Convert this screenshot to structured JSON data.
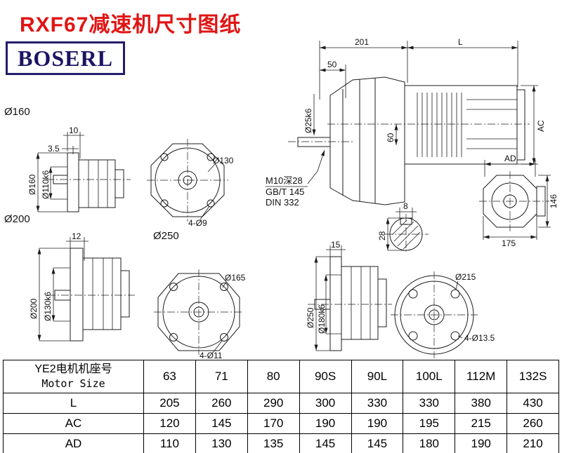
{
  "page": {
    "title": "RXF67减速机尺寸图纸",
    "brand": "BOSERL"
  },
  "colors": {
    "title_red": "#e01515",
    "brand_navy": "#1b1464",
    "line_black": "#1c1c1c"
  },
  "assembly": {
    "dim_201": "201",
    "dim_l": "L",
    "dim_50": "50",
    "shaft_dia": "Ø25k6",
    "dim_60": "60",
    "dim_ac": "AC",
    "note1": "M10深28",
    "note2": "GB/T 145",
    "note3": "DIN 332"
  },
  "keyway": {
    "dim_width": "8",
    "dim_height": "28"
  },
  "motor_view": {
    "dim_ad": "AD",
    "dim_146": "146",
    "dim_175": "175"
  },
  "flange160": {
    "section_label": "Ø160",
    "dim_10": "10",
    "dim_3_5": "3.5",
    "dim_od": "Ø160",
    "dim_spigot": "Ø110k6",
    "dim_bolt_circle": "Ø130",
    "dim_holes": "4-Ø9"
  },
  "flange200": {
    "section_label": "Ø200",
    "dim_12": "12",
    "dim_od": "Ø200",
    "dim_spigot": "Ø130k6",
    "dim_bolt_circle": "Ø165",
    "dim_holes": "4-Ø11"
  },
  "flange250": {
    "section_label": "Ø250",
    "dim_15": "15",
    "dim_od": "Ø250",
    "dim_spigot": "Ø180k6",
    "dim_bolt_circle": "Ø215",
    "dim_holes": "4-Ø13.5"
  },
  "table": {
    "header_cn": "YE2电机机座号",
    "header_en": "Motor Size",
    "motor_sizes": [
      "63",
      "71",
      "80",
      "90S",
      "90L",
      "100L",
      "112M",
      "132S"
    ],
    "rows": [
      {
        "label": "L",
        "values": [
          "205",
          "260",
          "290",
          "300",
          "330",
          "330",
          "380",
          "430"
        ]
      },
      {
        "label": "AC",
        "values": [
          "120",
          "145",
          "170",
          "190",
          "190",
          "195",
          "215",
          "260"
        ]
      },
      {
        "label": "AD",
        "values": [
          "110",
          "130",
          "135",
          "145",
          "145",
          "180",
          "190",
          "210"
        ]
      }
    ]
  }
}
